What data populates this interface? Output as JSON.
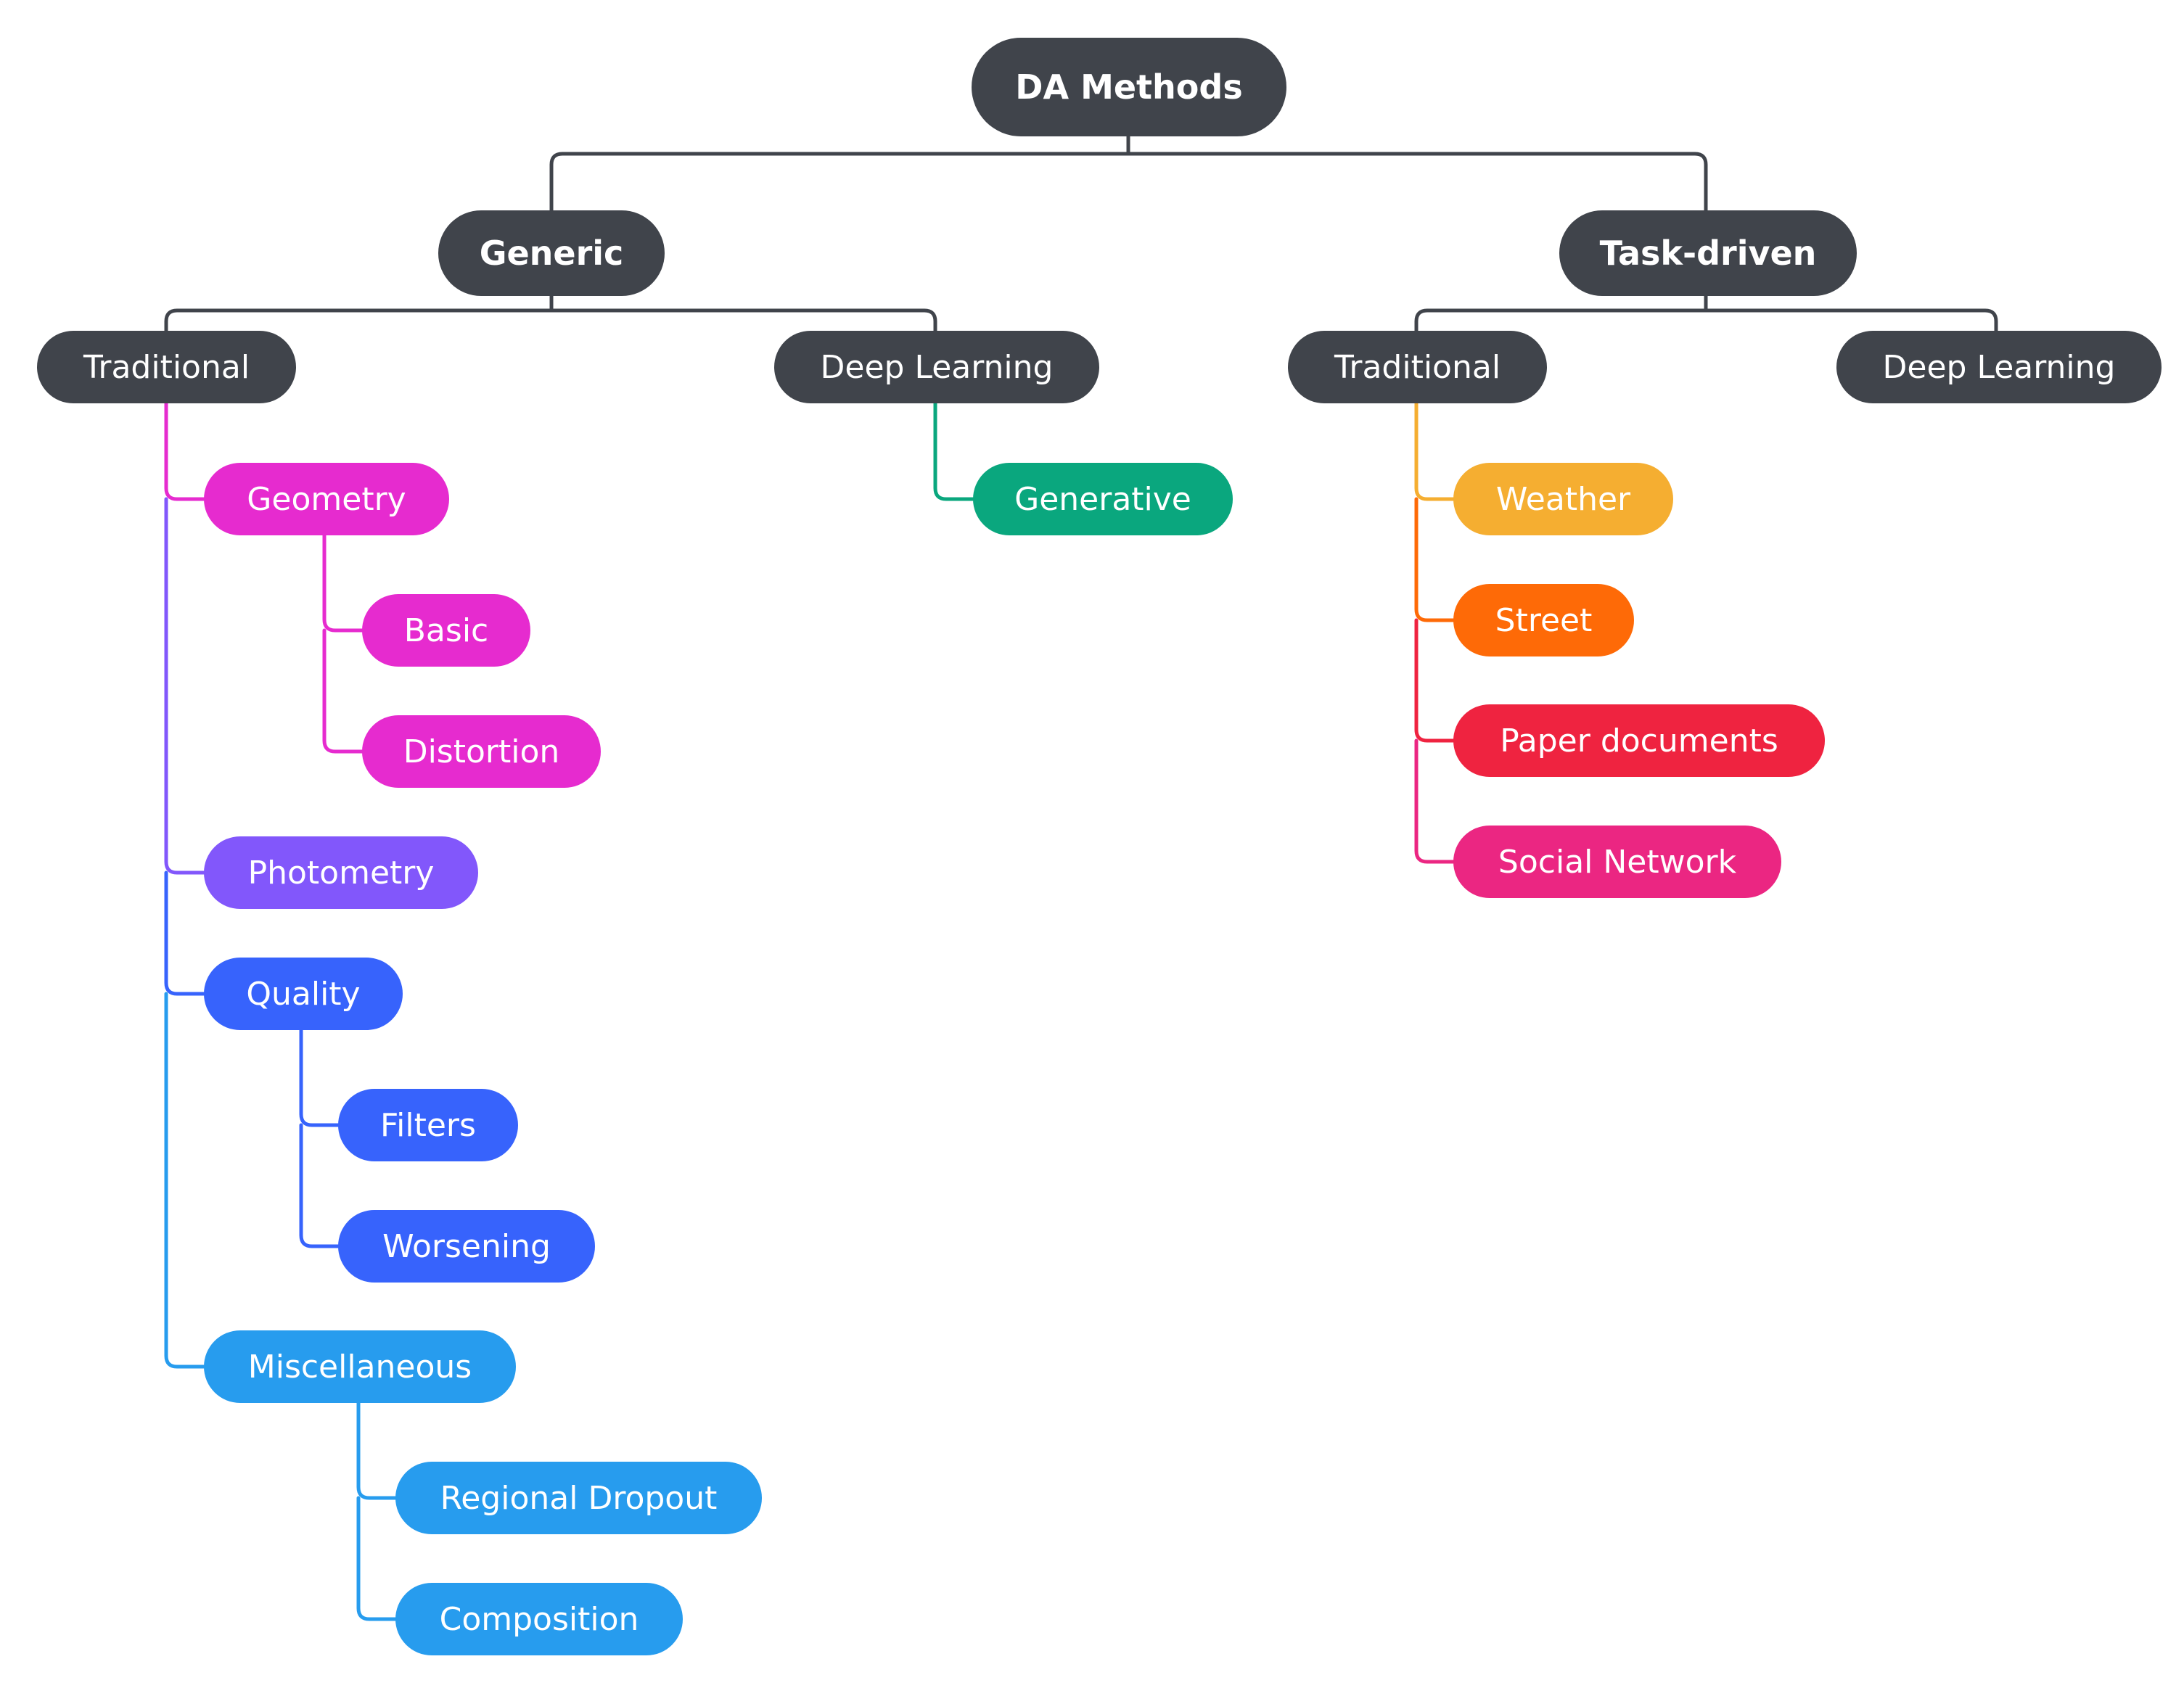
{
  "colors": {
    "dark": "#40444b",
    "geometry": "#e62bcf",
    "photometry": "#8257fb",
    "quality": "#3763fc",
    "miscellaneous": "#279cee",
    "traditional_line": "#2f8fe6",
    "generative": "#0aa77e",
    "weather": "#f5ae31",
    "street": "#fe6a07",
    "paper": "#ef2340",
    "social": "#eb2682",
    "task_line": "#e8256f"
  },
  "root": {
    "label": "DA Methods"
  },
  "generic": {
    "label": "Generic",
    "traditional": {
      "label": "Traditional",
      "geometry": {
        "label": "Geometry",
        "children": [
          "Basic",
          "Distortion"
        ]
      },
      "photometry": {
        "label": "Photometry"
      },
      "quality": {
        "label": "Quality",
        "children": [
          "Filters",
          "Worsening"
        ]
      },
      "miscellaneous": {
        "label": "Miscellaneous",
        "children": [
          "Regional Dropout",
          "Composition"
        ]
      }
    },
    "deep_learning": {
      "label": "Deep Learning",
      "generative": {
        "label": "Generative"
      }
    }
  },
  "task_driven": {
    "label": "Task-driven",
    "traditional": {
      "label": "Traditional",
      "children": [
        "Weather",
        "Street",
        "Paper documents",
        "Social Network"
      ]
    },
    "deep_learning": {
      "label": "Deep Learning"
    }
  }
}
